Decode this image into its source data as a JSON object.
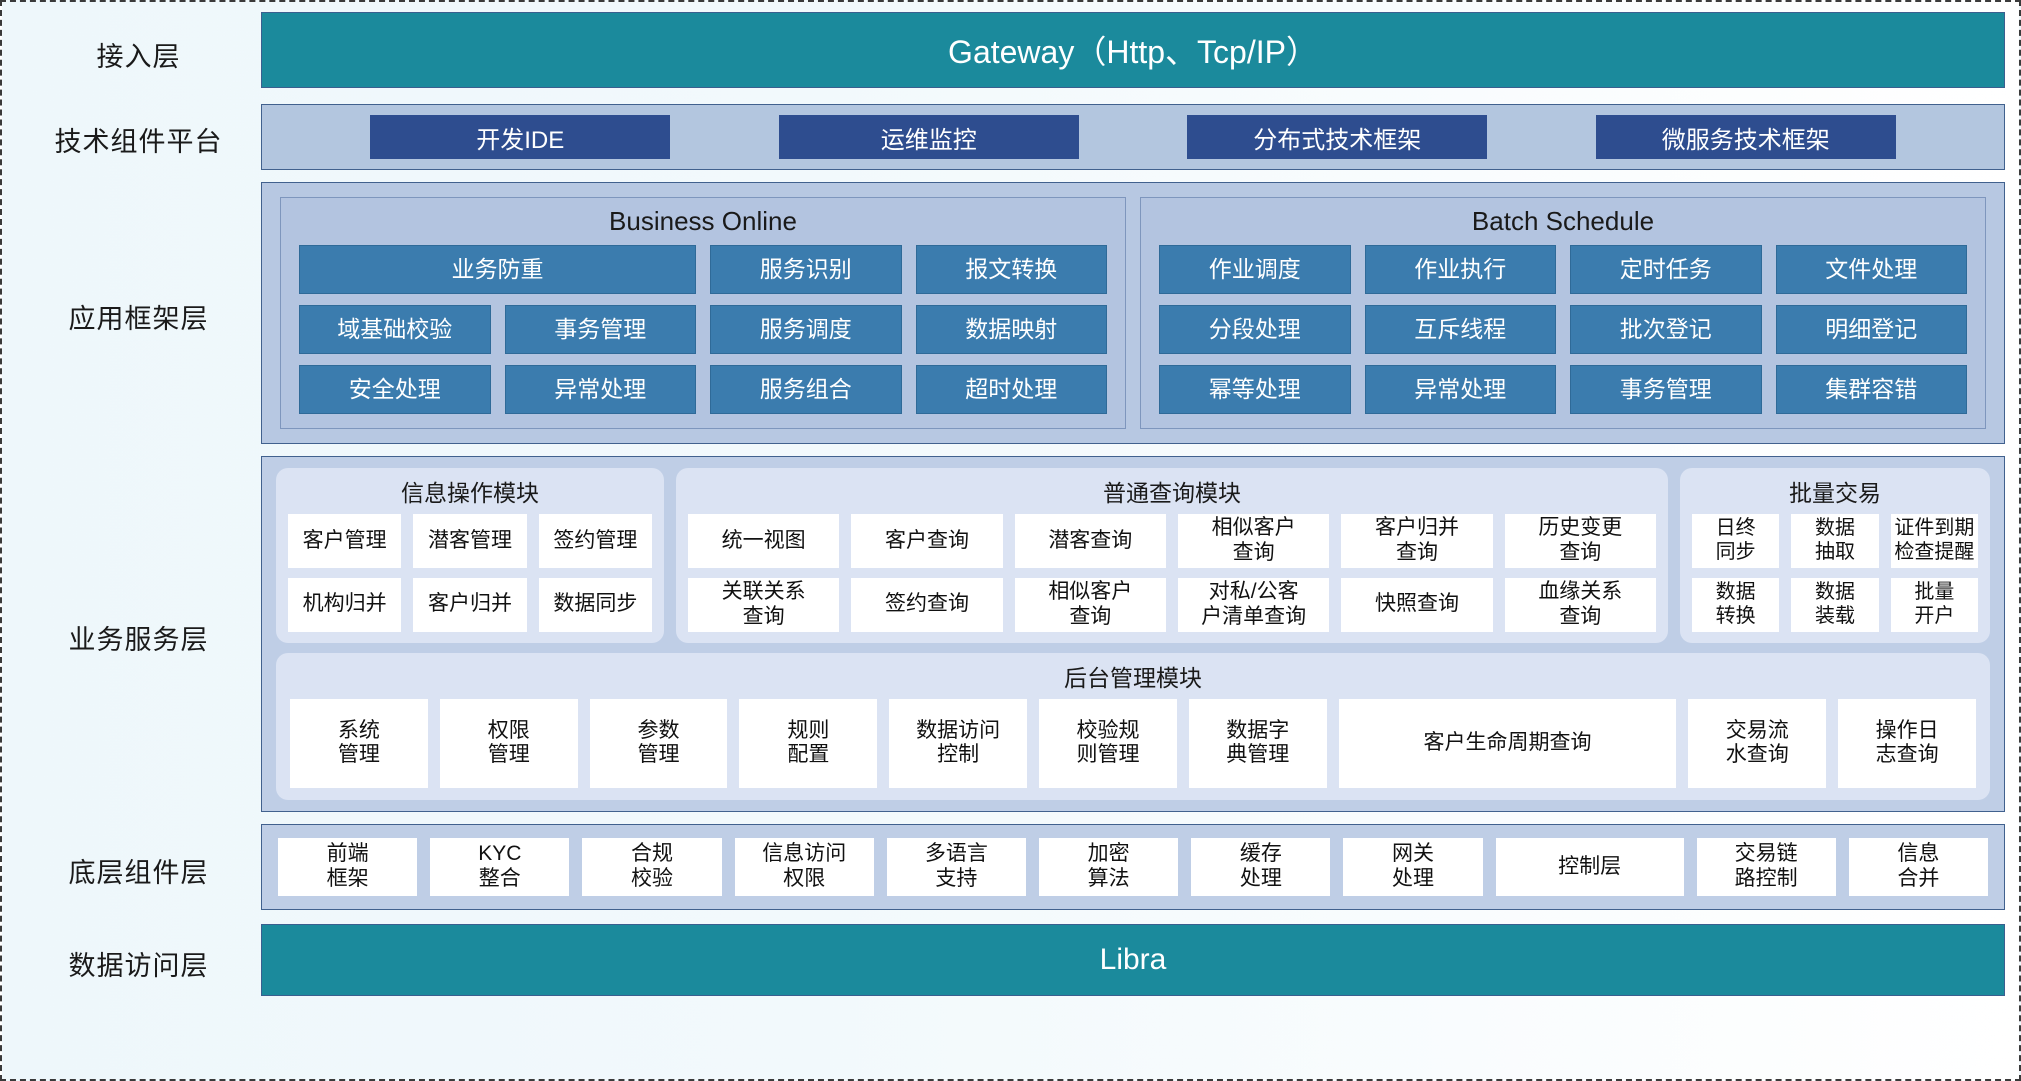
{
  "layers": [
    {
      "key": "access",
      "label": "接入层"
    },
    {
      "key": "tech",
      "label": "技术组件平台"
    },
    {
      "key": "appframe",
      "label": "应用框架层"
    },
    {
      "key": "bizservice",
      "label": "业务服务层"
    },
    {
      "key": "component",
      "label": "底层组件层"
    },
    {
      "key": "dataaccess",
      "label": "数据访问层"
    }
  ],
  "access": {
    "gateway_label": "Gateway（Http、Tcp/IP）"
  },
  "tech": {
    "chips": [
      "开发IDE",
      "运维监控",
      "分布式技术框架",
      "微服务技术框架"
    ]
  },
  "appframe": {
    "groups": [
      {
        "title": "Business Online",
        "cells": [
          {
            "label": "业务防重",
            "span": 2
          },
          {
            "label": "服务识别",
            "span": 1
          },
          {
            "label": "报文转换",
            "span": 1
          },
          {
            "label": "域基础校验",
            "span": 1
          },
          {
            "label": "事务管理",
            "span": 1
          },
          {
            "label": "服务调度",
            "span": 1
          },
          {
            "label": "数据映射",
            "span": 1
          },
          {
            "label": "安全处理",
            "span": 1
          },
          {
            "label": "异常处理",
            "span": 1
          },
          {
            "label": "服务组合",
            "span": 1
          },
          {
            "label": "超时处理",
            "span": 1
          }
        ]
      },
      {
        "title": "Batch Schedule",
        "cells": [
          {
            "label": "作业调度",
            "span": 1
          },
          {
            "label": "作业执行",
            "span": 1
          },
          {
            "label": "定时任务",
            "span": 1
          },
          {
            "label": "文件处理",
            "span": 1
          },
          {
            "label": "分段处理",
            "span": 1
          },
          {
            "label": "互斥线程",
            "span": 1
          },
          {
            "label": "批次登记",
            "span": 1
          },
          {
            "label": "明细登记",
            "span": 1
          },
          {
            "label": "幂等处理",
            "span": 1
          },
          {
            "label": "异常处理",
            "span": 1
          },
          {
            "label": "事务管理",
            "span": 1
          },
          {
            "label": "集群容错",
            "span": 1
          }
        ]
      }
    ]
  },
  "bizservice": {
    "info_module": {
      "title": "信息操作模块",
      "cells": [
        "客户管理",
        "潜客管理",
        "签约管理",
        "机构归并",
        "客户归并",
        "数据同步"
      ]
    },
    "query_module": {
      "title": "普通查询模块",
      "cells": [
        "统一视图",
        "客户查询",
        "潜客查询",
        "相似客户\n查询",
        "客户归并\n查询",
        "历史变更\n查询",
        "关联关系\n查询",
        "签约查询",
        "相似客户\n查询",
        "对私/公客\n户清单查询",
        "快照查询",
        "血缘关系\n查询"
      ]
    },
    "batch_module": {
      "title": "批量交易",
      "cells": [
        "日终\n同步",
        "数据\n抽取",
        "证件到期\n检查提醒",
        "数据\n转换",
        "数据\n装载",
        "批量\n开户"
      ]
    },
    "admin_module": {
      "title": "后台管理模块",
      "cells": [
        "系统\n管理",
        "权限\n管理",
        "参数\n管理",
        "规则\n配置",
        "数据访问\n控制",
        "校验规\n则管理",
        "数据字\n典管理",
        "客户生命周期查询",
        "交易流\n水查询",
        "操作日\n志查询"
      ]
    }
  },
  "component": {
    "cells": [
      "前端\n框架",
      "KYC\n整合",
      "合规\n校验",
      "信息访问\n权限",
      "多语言\n支持",
      "加密\n算法",
      "缓存\n处理",
      "网关\n处理",
      "控制层",
      "交易链\n路控制",
      "信息\n合并"
    ]
  },
  "dataaccess": {
    "libra_label": "Libra"
  },
  "colors": {
    "teal_bar": "#1b8a9c",
    "tech_band": "#b3c6df",
    "tech_chip": "#2e4d8f",
    "app_band": "#b7c8e2",
    "app_cell": "#3b7cae",
    "biz_band": "#bfcee6",
    "biz_group": "#dbe3f3",
    "cell_white": "#ffffff",
    "border_blue": "#41618e"
  }
}
